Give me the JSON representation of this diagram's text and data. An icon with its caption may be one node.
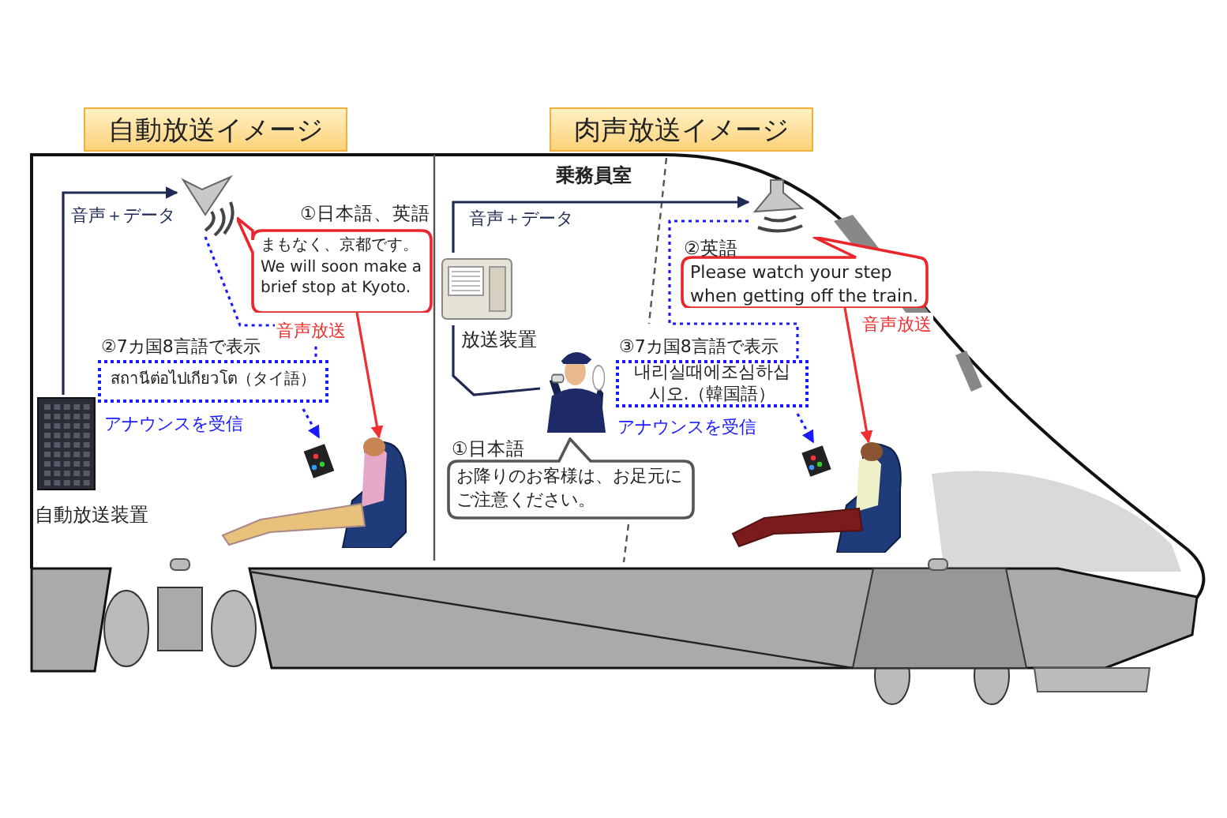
{
  "diagram": {
    "nodes": [
      {
        "text": [
          "自動放送イメージ"
        ]
      },
      {
        "text": [
          "肉声放送イメージ"
        ]
      },
      {
        "text": [],
        "shape": "picture",
        "beside": [
          "自動放送装置"
        ]
      },
      {
        "text": [],
        "shape": "picture"
      },
      {
        "text": [
          "①日本語、英語",
          "まもなく、京都です。 We will soon make a brief stop at Kyoto."
        ]
      },
      {
        "text": [
          "②7カ国8言語で表示",
          "สถานีต่อไปเกียวโต（タイ語）"
        ]
      },
      {
        "text": [],
        "shape": "picture"
      },
      {
        "text": [],
        "shape": "picture",
        "beside": [
          "放送装置"
        ]
      },
      {
        "text": [],
        "shape": "picture"
      },
      {
        "text": [],
        "shape": "picture"
      },
      {
        "text": [
          "②英語",
          "Please watch your step when getting off the train."
        ]
      },
      {
        "text": [
          "③7カ国8言語で表示",
          "내리실때에조심하십시오.（韓国語）"
        ]
      },
      {
        "text": [
          "①日本語",
          "お降りのお客様は、お足元にご注意ください。"
        ]
      },
      {
        "text": [],
        "shape": "picture"
      }
    ],
    "edges": [
      {
        "from": 2,
        "to": 3,
        "arrow": "to",
        "color": "#1f2a55",
        "label": "音声＋データ"
      },
      {
        "from": 3,
        "to": 5,
        "arrow": "none",
        "style": "dashed",
        "color": "#1a1aff"
      },
      {
        "from": 5,
        "to": 6,
        "arrow": "to",
        "style": "dashed",
        "color": "#1a1aff",
        "label": "アナウンスを受信"
      },
      {
        "from": 4,
        "to": 6,
        "arrow": "to",
        "color": "#f03030",
        "label": "音声放送"
      },
      {
        "from": 7,
        "to": 9,
        "arrow": "to",
        "color": "#1f2a55",
        "label": "音声＋データ"
      },
      {
        "from": 8,
        "to": 7,
        "arrow": "none",
        "color": "#1f2a55"
      },
      {
        "from": 9,
        "to": 11,
        "arrow": "none",
        "style": "dashed",
        "color": "#1a1aff"
      },
      {
        "from": 11,
        "to": 13,
        "arrow": "to",
        "style": "dashed",
        "color": "#1a1aff",
        "label": "アナウンスを受信"
      },
      {
        "from": 10,
        "to": 13,
        "arrow": "to",
        "color": "#f03030",
        "label": "音声放送"
      }
    ],
    "labels": [
      "乗務員室"
    ]
  }
}
